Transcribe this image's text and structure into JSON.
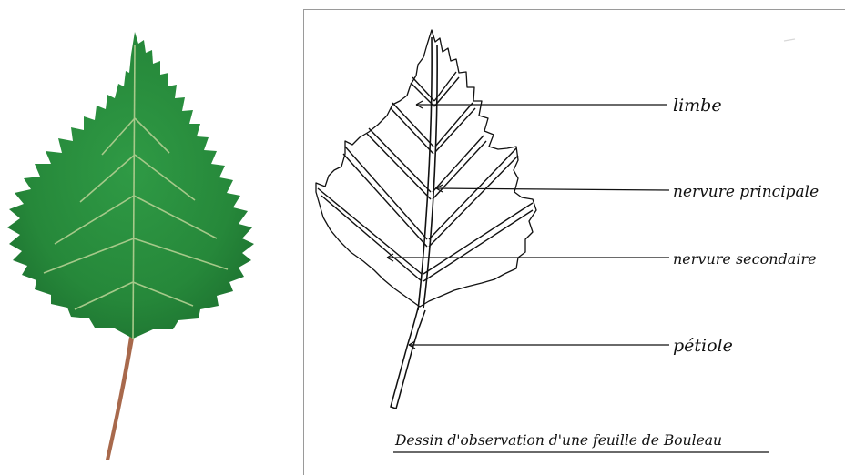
{
  "figure": {
    "labels": {
      "limbe": "limbe",
      "main_vein": "nervure principale",
      "secondary_vein": "nervure secondaire",
      "petiole": "pétiole"
    },
    "caption": "Dessin d'observation d'une feuille de Bouleau"
  },
  "colors": {
    "leaf_green": "#2a8a3c",
    "leaf_dark": "#1d6e2c",
    "vein_light": "#a7c98a",
    "petiole": "#a8694c",
    "ink": "#111111"
  }
}
